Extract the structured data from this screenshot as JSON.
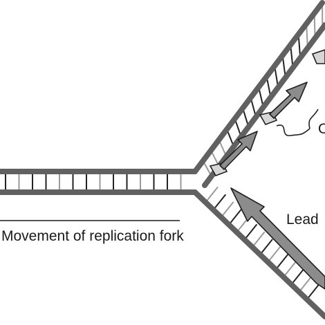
{
  "labels": {
    "movement": "Movement of replication fork",
    "leading_partial": "Lead",
    "okazaki_partial": "O"
  },
  "colors": {
    "strand": "#616161",
    "rung_dark": "#222222",
    "rung_light": "#9a9a9a",
    "arrow_fill": "#8c8c8c",
    "arrow_stroke": "#1e1e1e",
    "primer_fill": "#d6d6d6"
  },
  "icons": {
    "arrow": "block-arrow-icon",
    "primer": "rna-primer-icon",
    "brace": "curly-brace-icon"
  }
}
